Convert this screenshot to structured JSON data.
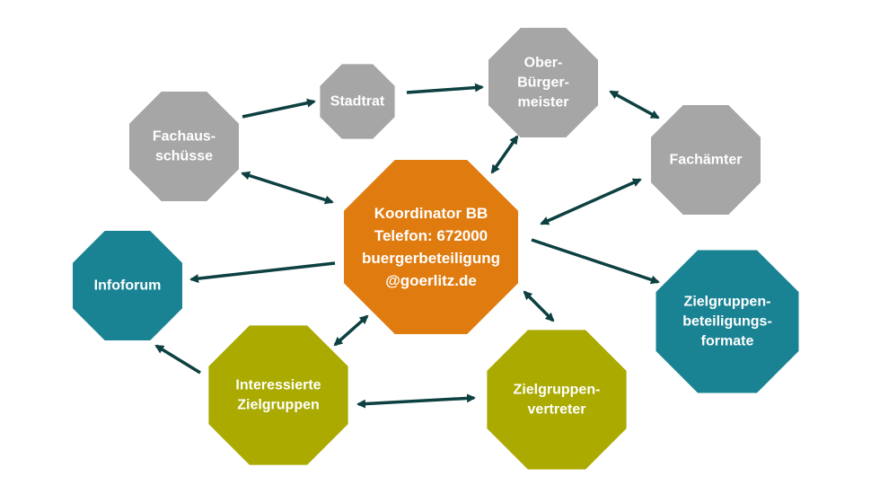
{
  "colors": {
    "gray": "#a6a6a6",
    "orange": "#e07b0f",
    "teal": "#1a8393",
    "olive": "#aaaa00",
    "arrow": "#0d4040"
  },
  "nodes": {
    "fachausschuesse": {
      "lines": [
        "Fachaus-",
        "schüsse"
      ],
      "color": "gray"
    },
    "stadtrat": {
      "lines": [
        "Stadtrat"
      ],
      "color": "gray"
    },
    "oberbuergermeister": {
      "lines": [
        "Ober-",
        "Bürger-",
        "meister"
      ],
      "color": "gray"
    },
    "fachaemter": {
      "lines": [
        "Fachämter"
      ],
      "color": "gray"
    },
    "koordinator": {
      "lines": [
        "Koordinator BB",
        "Telefon: 672000",
        "buergerbeteiligung",
        "@goerlitz.de"
      ],
      "color": "orange"
    },
    "infoforum": {
      "lines": [
        "Infoforum"
      ],
      "color": "teal"
    },
    "zielgruppenformate": {
      "lines": [
        "Zielgruppen-",
        "beteiligungs-",
        "formate"
      ],
      "color": "teal"
    },
    "interessierte": {
      "lines": [
        "Interessierte",
        "Zielgruppen"
      ],
      "color": "olive"
    },
    "vertreter": {
      "lines": [
        "Zielgruppen-",
        "vertreter"
      ],
      "color": "olive"
    }
  },
  "edges": [
    {
      "from": "fachausschuesse",
      "to": "stadtrat",
      "direction": "forward"
    },
    {
      "from": "stadtrat",
      "to": "oberbuergermeister",
      "direction": "forward"
    },
    {
      "from": "oberbuergermeister",
      "to": "fachaemter",
      "direction": "both"
    },
    {
      "from": "koordinator",
      "to": "oberbuergermeister",
      "direction": "both"
    },
    {
      "from": "fachausschuesse",
      "to": "koordinator",
      "direction": "both"
    },
    {
      "from": "koordinator",
      "to": "fachaemter",
      "direction": "both"
    },
    {
      "from": "koordinator",
      "to": "infoforum",
      "direction": "forward"
    },
    {
      "from": "koordinator",
      "to": "zielgruppenformate",
      "direction": "forward"
    },
    {
      "from": "koordinator",
      "to": "interessierte",
      "direction": "both"
    },
    {
      "from": "koordinator",
      "to": "vertreter",
      "direction": "both"
    },
    {
      "from": "interessierte",
      "to": "infoforum",
      "direction": "forward"
    },
    {
      "from": "interessierte",
      "to": "vertreter",
      "direction": "both"
    }
  ]
}
